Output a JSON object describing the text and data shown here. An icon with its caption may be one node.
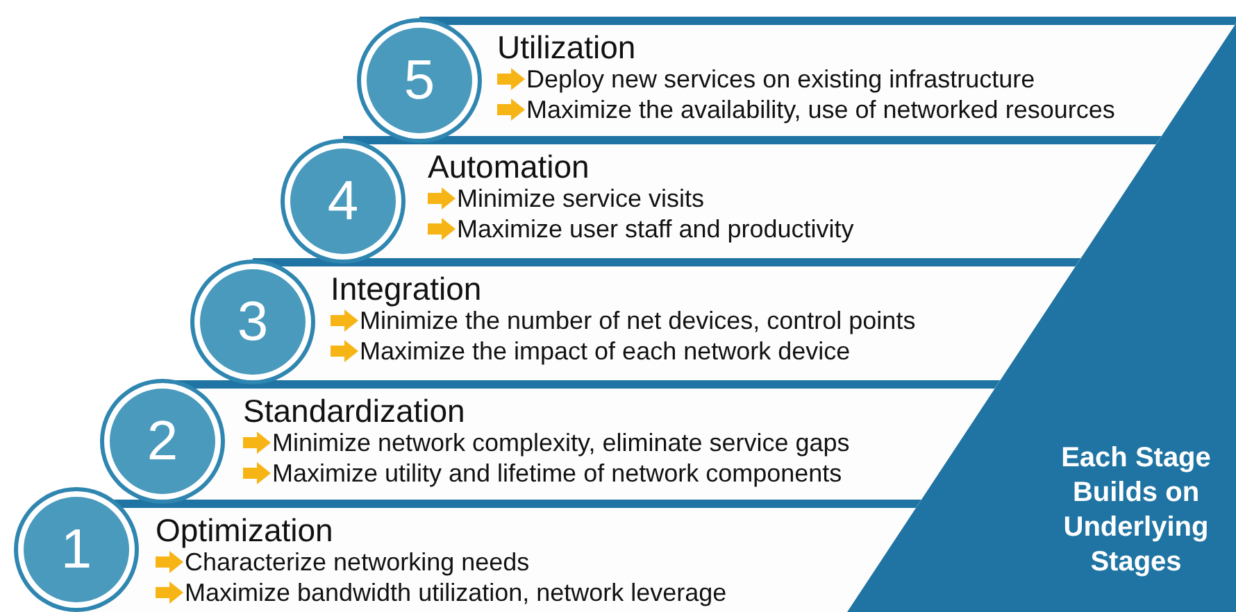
{
  "diagram": {
    "nodes": [
      {
        "text": [
          "5"
        ]
      },
      {
        "text": [
          "Utilization",
          "Deploy new services on existing infrastructure",
          "Maximize the availability, use of networked resources"
        ]
      },
      {
        "text": [
          "4"
        ]
      },
      {
        "text": [
          "Automation",
          "Minimize service visits",
          "Maximize user staff and productivity"
        ]
      },
      {
        "text": [
          "3"
        ]
      },
      {
        "text": [
          "Integration",
          "Minimize the number of net devices, control points",
          "Maximize the impact of each network device"
        ]
      },
      {
        "text": [
          "2"
        ]
      },
      {
        "text": [
          "Standardization",
          "Minimize network complexity, eliminate service gaps",
          "Maximize utility and lifetime of network components"
        ]
      },
      {
        "text": [
          "1"
        ]
      },
      {
        "text": [
          "Optimization",
          "Characterize networking needs",
          "Maximize bandwidth utilization, network leverage"
        ]
      },
      {
        "text": [
          "Each Stage Builds on Underlying Stages"
        ]
      }
    ]
  }
}
